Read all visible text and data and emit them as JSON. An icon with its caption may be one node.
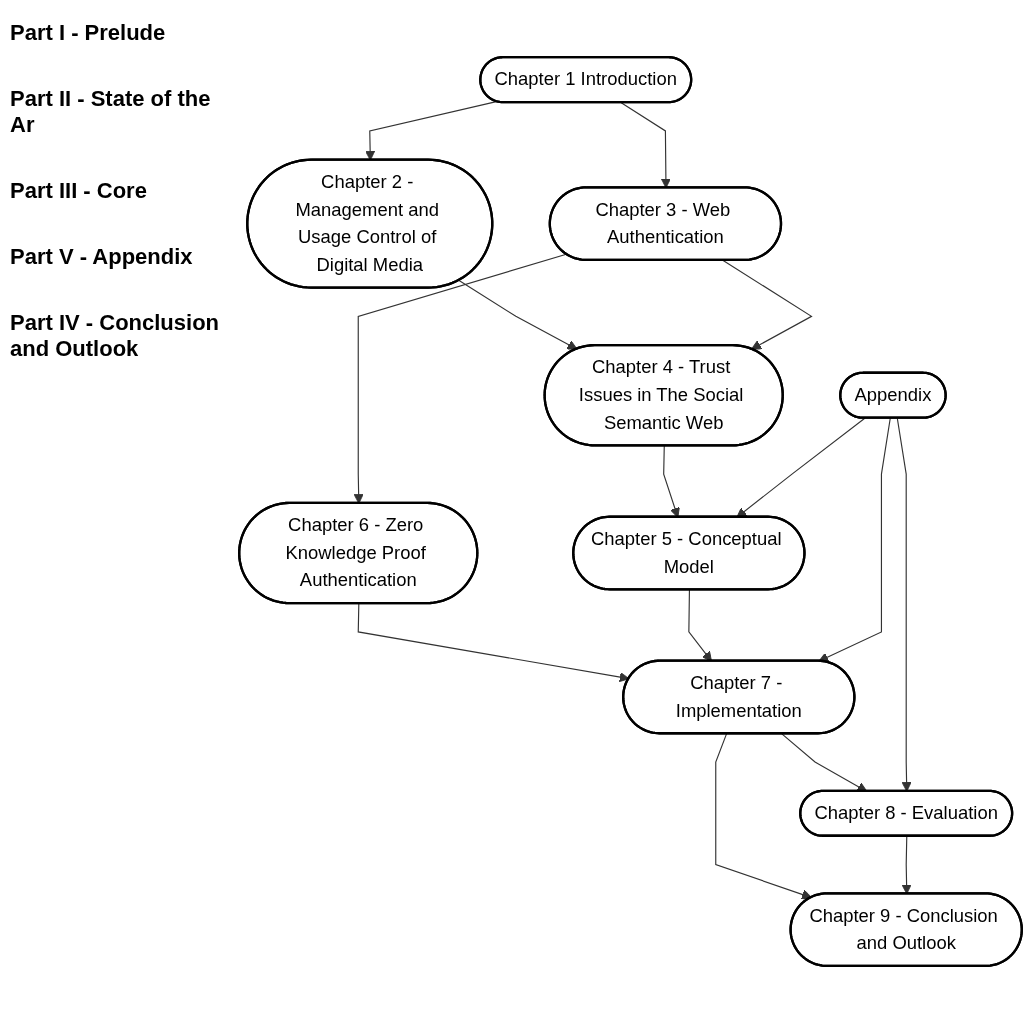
{
  "diagram": {
    "nodes": [
      {
        "text": [
          "Chapter 1 Introduction"
        ]
      },
      {
        "text": [
          "Chapter 2 - Management and Usage Control of Digital Media"
        ]
      },
      {
        "text": [
          "Chapter 3 - Web Authentication"
        ]
      },
      {
        "text": [
          "Chapter 4 - Trust Issues in The Social Semantic Web"
        ]
      },
      {
        "text": [
          "Chapter 6 - Zero Knowledge Proof Authentication"
        ]
      },
      {
        "text": [
          "Chapter 5 - Conceptual Model"
        ]
      },
      {
        "text": [
          "Chapter 7 - Implementation"
        ]
      },
      {
        "text": [
          "Appendix"
        ]
      },
      {
        "text": [
          "Chapter 8 - Evaluation"
        ]
      },
      {
        "text": [
          "Chapter 9 - Conclusion and Outlook"
        ]
      }
    ],
    "edges": [
      {
        "from": 0,
        "to": 1,
        "arrow": "to"
      },
      {
        "from": 0,
        "to": 2,
        "arrow": "to"
      },
      {
        "from": 1,
        "to": 3,
        "arrow": "to"
      },
      {
        "from": 2,
        "to": 3,
        "arrow": "to"
      },
      {
        "from": 2,
        "to": 4,
        "arrow": "to"
      },
      {
        "from": 3,
        "to": 5,
        "arrow": "to"
      },
      {
        "from": 4,
        "to": 6,
        "arrow": "to"
      },
      {
        "from": 5,
        "to": 6,
        "arrow": "to"
      },
      {
        "from": 7,
        "to": 6,
        "arrow": "to"
      },
      {
        "from": 7,
        "to": 5,
        "arrow": "to"
      },
      {
        "from": 6,
        "to": 8,
        "arrow": "to"
      },
      {
        "from": 7,
        "to": 8,
        "arrow": "to"
      },
      {
        "from": 6,
        "to": 9,
        "arrow": "to"
      },
      {
        "from": 8,
        "to": 9,
        "arrow": "to"
      }
    ],
    "labels": [
      "Part I - Prelude",
      "Part II - State of the Ar",
      "Part III - Core",
      "Part V - Appendix",
      "Part IV - Conclusion and Outlook"
    ]
  }
}
